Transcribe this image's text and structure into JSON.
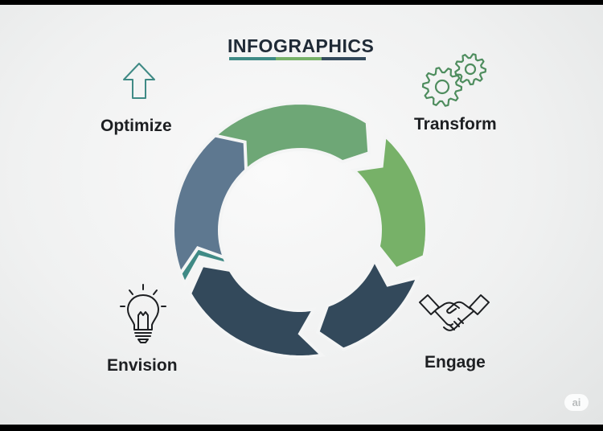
{
  "title": "INFOGRAPHICS",
  "labels": {
    "optimize": "Optimize",
    "transform": "Transform",
    "envision": "Envision",
    "engage": "Engage"
  },
  "icons": {
    "optimize": "up-arrow-icon",
    "transform": "gears-icon",
    "envision": "lightbulb-icon",
    "engage": "handshake-icon"
  },
  "colors": {
    "teal": "#3f8a85",
    "light_green": "#6ea776",
    "green": "#77b168",
    "dark_slate": "#33495b",
    "slate": "#5e7890",
    "text": "#1d1f22"
  },
  "watermark": "ai"
}
